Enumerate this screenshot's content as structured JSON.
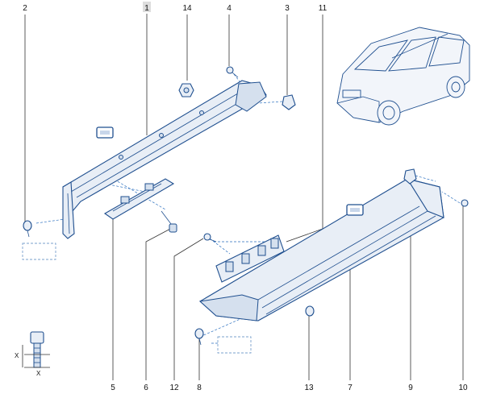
{
  "diagram": {
    "callouts": [
      {
        "id": "c2",
        "label": "2"
      },
      {
        "id": "c1",
        "label": "1"
      },
      {
        "id": "c14",
        "label": "14"
      },
      {
        "id": "c4",
        "label": "4"
      },
      {
        "id": "c3",
        "label": "3"
      },
      {
        "id": "c11",
        "label": "11"
      },
      {
        "id": "c5",
        "label": "5"
      },
      {
        "id": "c6",
        "label": "6"
      },
      {
        "id": "c12",
        "label": "12"
      },
      {
        "id": "c8",
        "label": "8"
      },
      {
        "id": "c13",
        "label": "13"
      },
      {
        "id": "c7",
        "label": "7"
      },
      {
        "id": "c9",
        "label": "9"
      },
      {
        "id": "c10",
        "label": "10"
      }
    ],
    "dimension_marks": [
      "X",
      "X"
    ],
    "colors": {
      "line": "#1f4f8f",
      "fill": "#e8eef6",
      "accent": "#2a6fbf",
      "label_highlight": "#dddddd"
    }
  }
}
